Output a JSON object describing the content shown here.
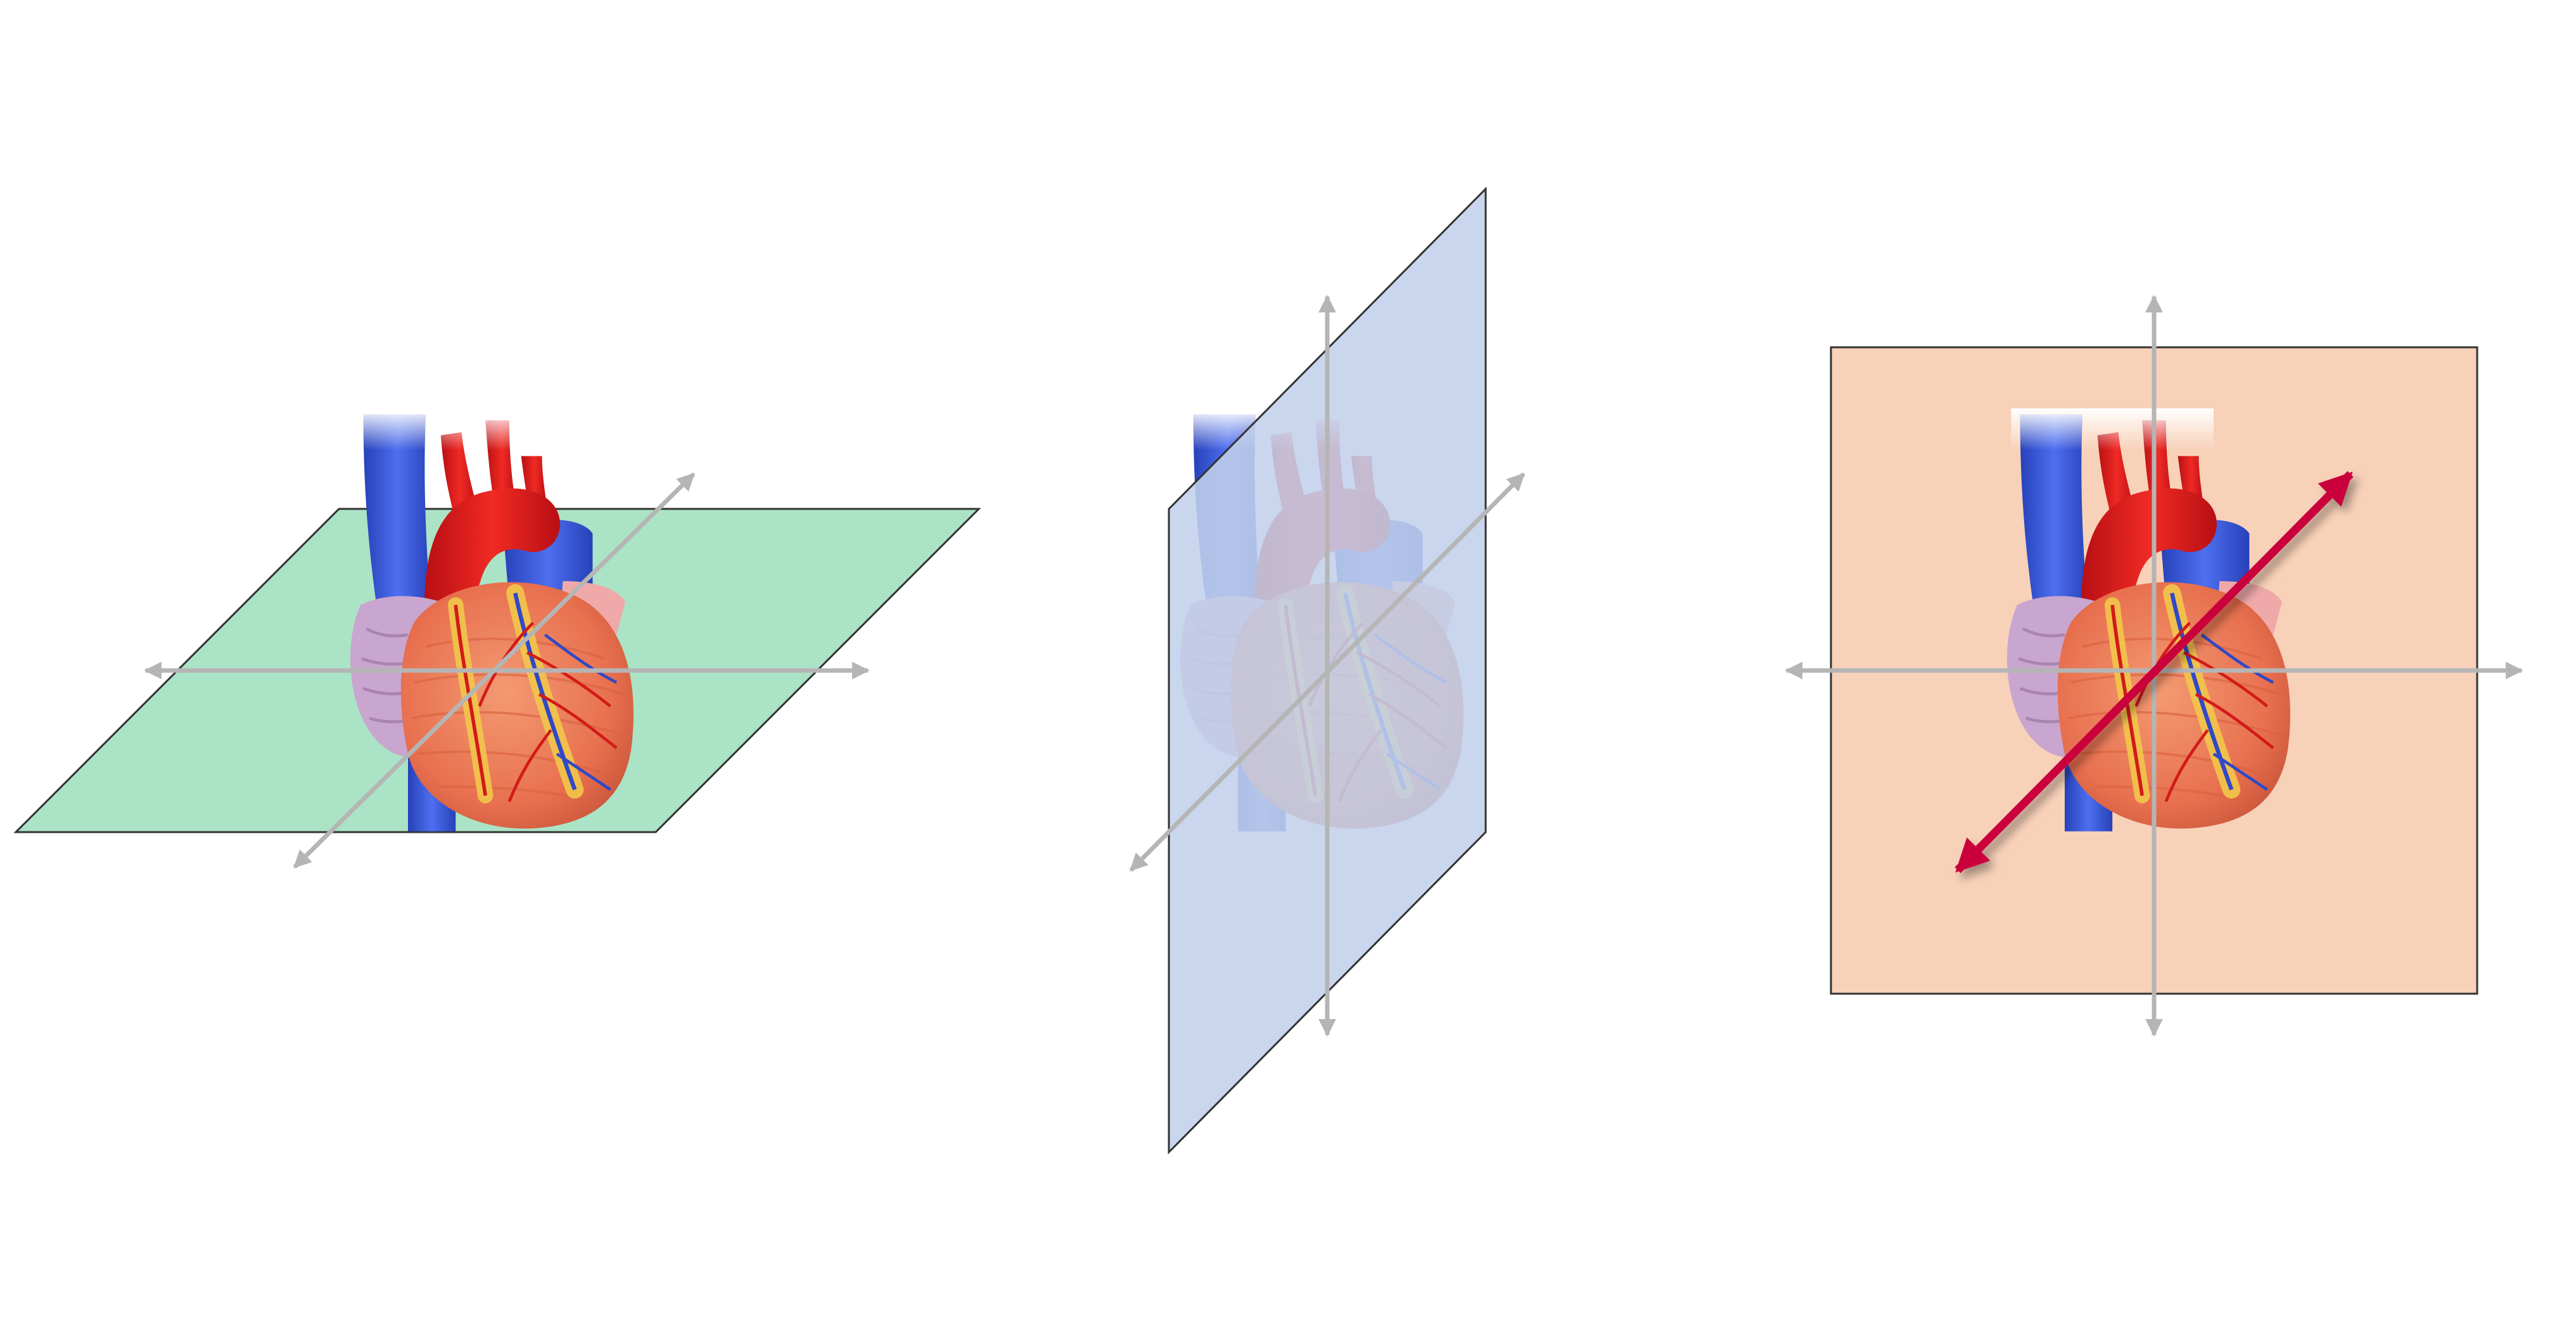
{
  "panels": [
    {
      "id": "transverse",
      "plane_color": "#abe3c6",
      "arrow_color": "#0fbf63",
      "arrow_axis": "vertical",
      "icon": "heart-icon"
    },
    {
      "id": "sagittal",
      "plane_color": "#c1d0ea",
      "arrow_color": "#0e5ee8",
      "arrow_axis": "horizontal",
      "icon": "heart-icon"
    },
    {
      "id": "coronal",
      "plane_color": "#f8d1b9",
      "arrow_color": "#c9053a",
      "arrow_axis": "depth",
      "icon": "heart-icon"
    }
  ],
  "colors": {
    "axis_gray": "#b5b5b5",
    "plane_border": "#333333",
    "heart_muscle": "#e8704f",
    "aorta_red": "#e2191f",
    "vein_blue": "#3b5bd9",
    "atrium_lilac": "#c9a6cf",
    "coronary_yellow": "#f2c64a"
  }
}
